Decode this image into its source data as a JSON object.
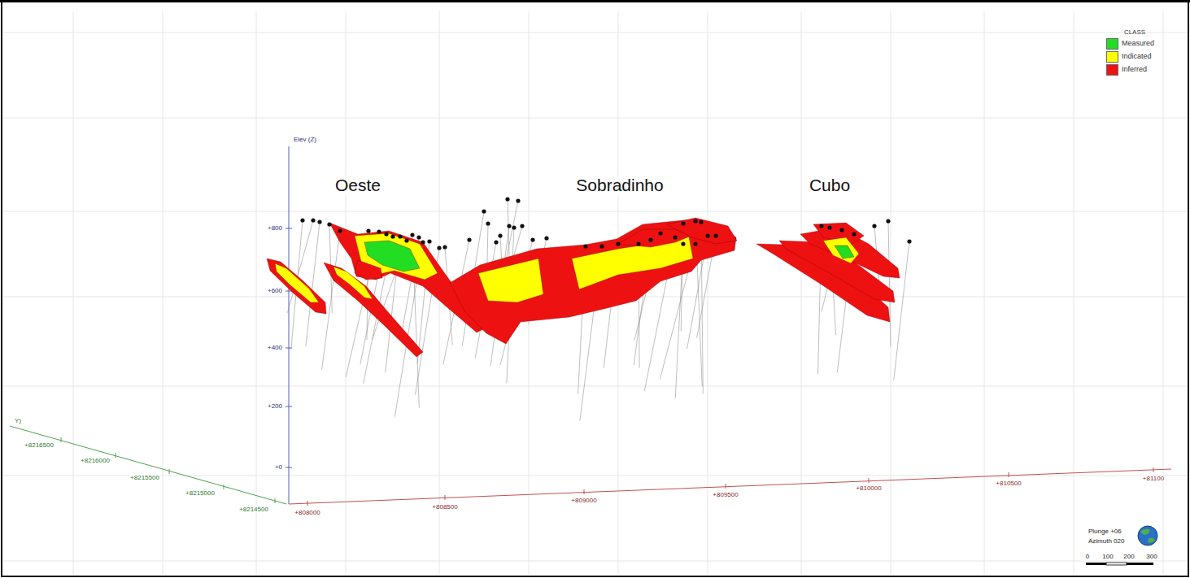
{
  "diagram": {
    "labels": [
      "CLASS",
      "Elev (Z)",
      "Oeste",
      "Sobradinho",
      "Cubo",
      "+800",
      "+600",
      "+400",
      "+200",
      "+0",
      "Y)",
      "+8216500",
      "+8216000",
      "+8215500",
      "+8215000",
      "+8214500",
      "+808000",
      "+808500",
      "+809000",
      "+809500",
      "+810000",
      "+810500",
      "+81100",
      "Plunge +06",
      "Azimuth 020",
      "0",
      "100",
      "200",
      "300"
    ],
    "legend": [
      {
        "text": "Measured",
        "color": "#22dd22"
      },
      {
        "text": "Indicated",
        "color": "#ffff00"
      },
      {
        "text": "Inferred",
        "color": "#ee1111"
      }
    ]
  }
}
